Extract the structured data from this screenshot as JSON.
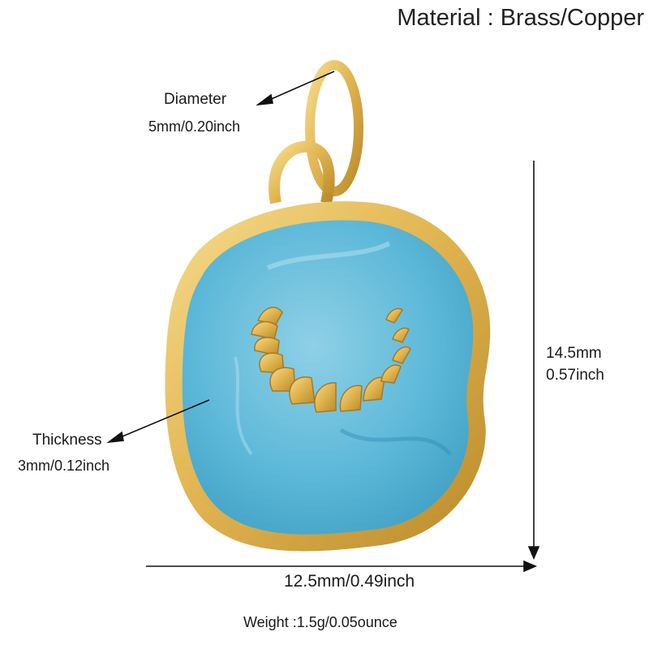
{
  "material": "Material : Brass/Copper",
  "diameter": {
    "name": "Diameter",
    "value": "5mm/0.20inch"
  },
  "thickness": {
    "name": "Thickness",
    "value": "3mm/0.12inch"
  },
  "height": {
    "mm": "14.5mm",
    "inch": "0.57inch"
  },
  "width": {
    "value": "12.5mm/0.49inch"
  },
  "weight": "Weight :1.5g/0.05ounce",
  "colors": {
    "gold": "#e2b652",
    "gold_dark": "#b98a2a",
    "enamel": "#5cb8d8",
    "enamel_light": "#8fd0e6"
  }
}
